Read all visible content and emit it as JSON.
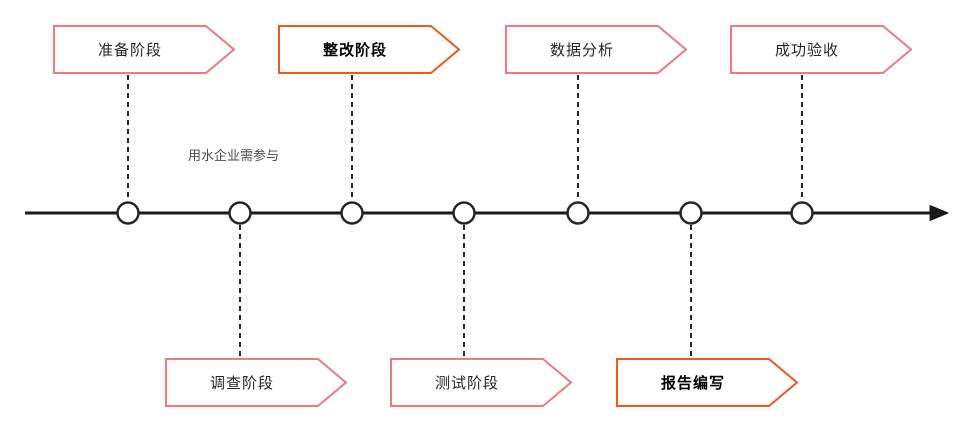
{
  "diagram": {
    "note": "用水企业需参与",
    "stages_top": [
      {
        "label": "准备阶段",
        "highlighted": false
      },
      {
        "label": "整改阶段",
        "highlighted": true
      },
      {
        "label": "数据分析",
        "highlighted": false
      },
      {
        "label": "成功验收",
        "highlighted": false
      }
    ],
    "stages_bottom": [
      {
        "label": "调查阶段",
        "highlighted": false
      },
      {
        "label": "测试阶段",
        "highlighted": false
      },
      {
        "label": "报告编写",
        "highlighted": true
      }
    ],
    "milestone_count": 7
  },
  "colors": {
    "pink": "#f2797e",
    "orange": "#f2571d",
    "line": "#1a1a1a",
    "connector": "#262626",
    "label-text": "#262626",
    "note-text": "#4a4a4a"
  }
}
